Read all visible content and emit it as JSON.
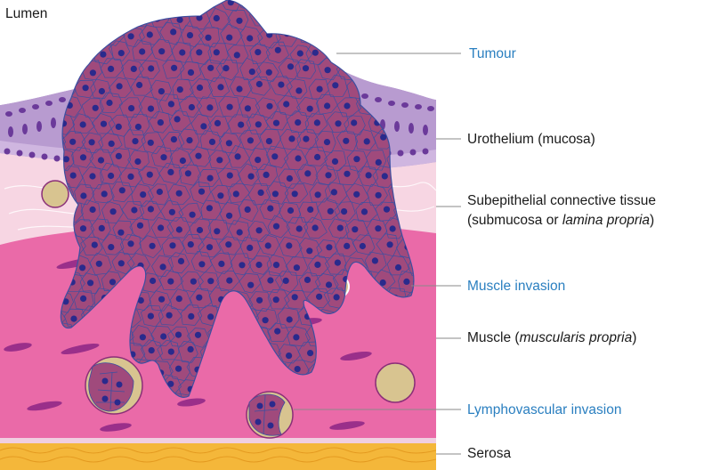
{
  "labels": {
    "lumen": "Lumen",
    "tumour": "Tumour",
    "urothelium": "Urothelium (mucosa)",
    "subepithelial_line1": "Subepithelial connective tissue",
    "subepithelial_line2_prefix": "(submucosa or ",
    "subepithelial_line2_italic": "lamina propria",
    "subepithelial_line2_suffix": ")",
    "muscle_invasion": "Muscle invasion",
    "muscle_prefix": "Muscle (",
    "muscle_italic": "muscularis propria",
    "muscle_suffix": ")",
    "lymphovascular_invasion": "Lymphovascular invasion",
    "serosa": "Serosa"
  },
  "colors": {
    "tumour_fill": "#a04a7c",
    "tumour_cell_outline": "#3d4fa0",
    "nucleus": "#2a2a8c",
    "urothelium": "#b89bd0",
    "urothelium_nucleus": "#6b3a9a",
    "connective_tissue": "#f7d6e3",
    "muscle": "#ea6aa8",
    "muscle_nucleus": "#9a2f8a",
    "vessel_fill": "#d8c490",
    "serosa": "#f4b73a",
    "label_blue": "#2a7fc0",
    "leader_line": "#8a8a8a"
  }
}
